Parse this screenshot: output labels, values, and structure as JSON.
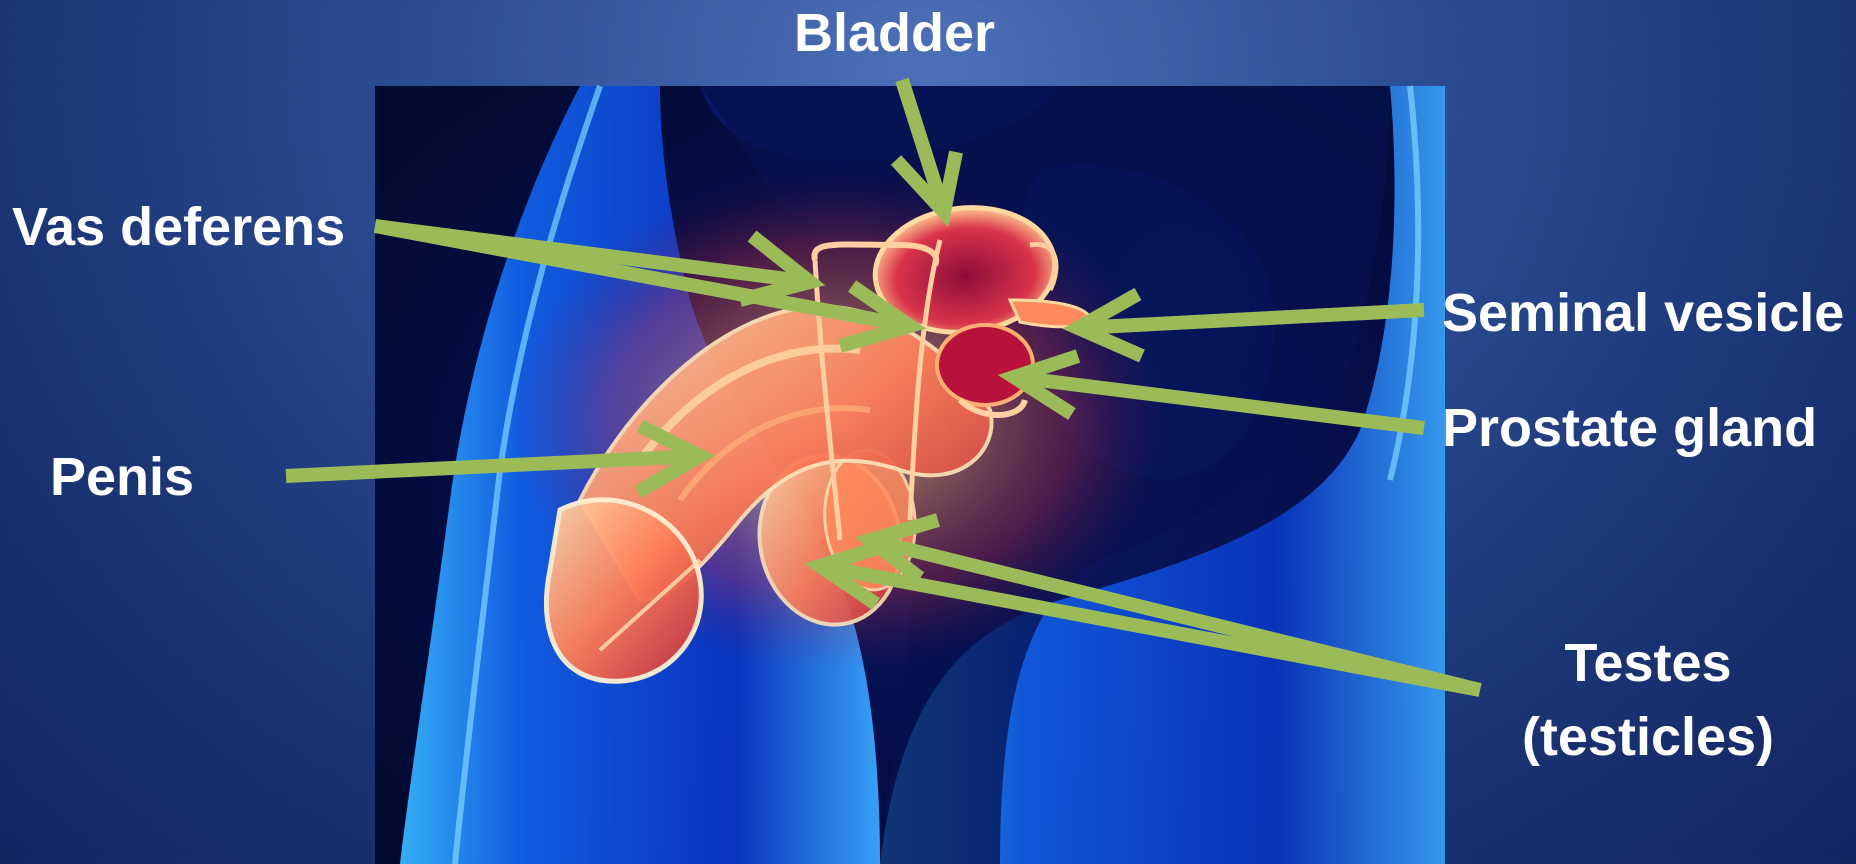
{
  "labels": {
    "bladder": "Bladder",
    "vas_deferens": "Vas deferens",
    "seminal_vesicle": "Seminal vesicle",
    "prostate_gland": "Prostate gland",
    "penis": "Penis",
    "testes_line1": "Testes",
    "testes_line2": "(testicles)"
  },
  "colors": {
    "background": "#1b3575",
    "arrow": "#9bbb59",
    "label_text": "#ffffff",
    "body_glow": "#2b8cff",
    "organ_glow": "#ff7a4a"
  }
}
